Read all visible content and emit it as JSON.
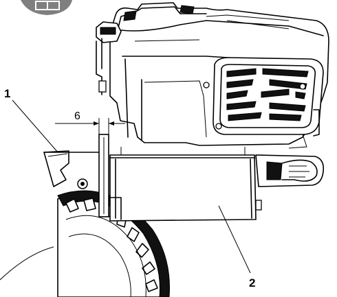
{
  "figure": {
    "callouts": [
      {
        "id": "1",
        "text": "1"
      },
      {
        "id": "2",
        "text": "2"
      }
    ],
    "dimension": {
      "value": "6"
    }
  },
  "colors": {
    "ink": "#000000",
    "paper": "#ffffff",
    "tone": "#8a8a8a"
  }
}
